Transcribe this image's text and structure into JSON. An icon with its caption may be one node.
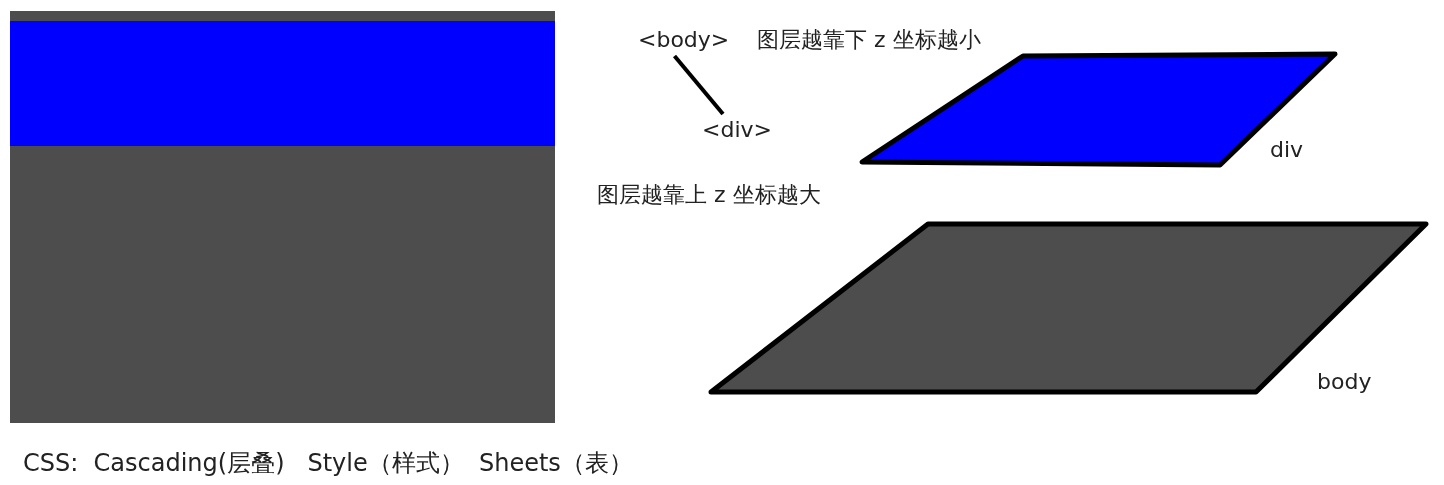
{
  "diagram": {
    "nodes": [
      {
        "text": [
          "<body>"
        ]
      },
      {
        "text": [
          "<div>"
        ]
      }
    ],
    "edges": [
      {
        "from": 0,
        "to": 1,
        "arrow": "none"
      }
    ],
    "labels": [
      "图层越靠下 z 坐标越小",
      "div",
      "图层越靠上 z 坐标越大",
      "body",
      "CSS:  Cascading(层叠)   Style（样式）  Sheets（表）"
    ]
  }
}
